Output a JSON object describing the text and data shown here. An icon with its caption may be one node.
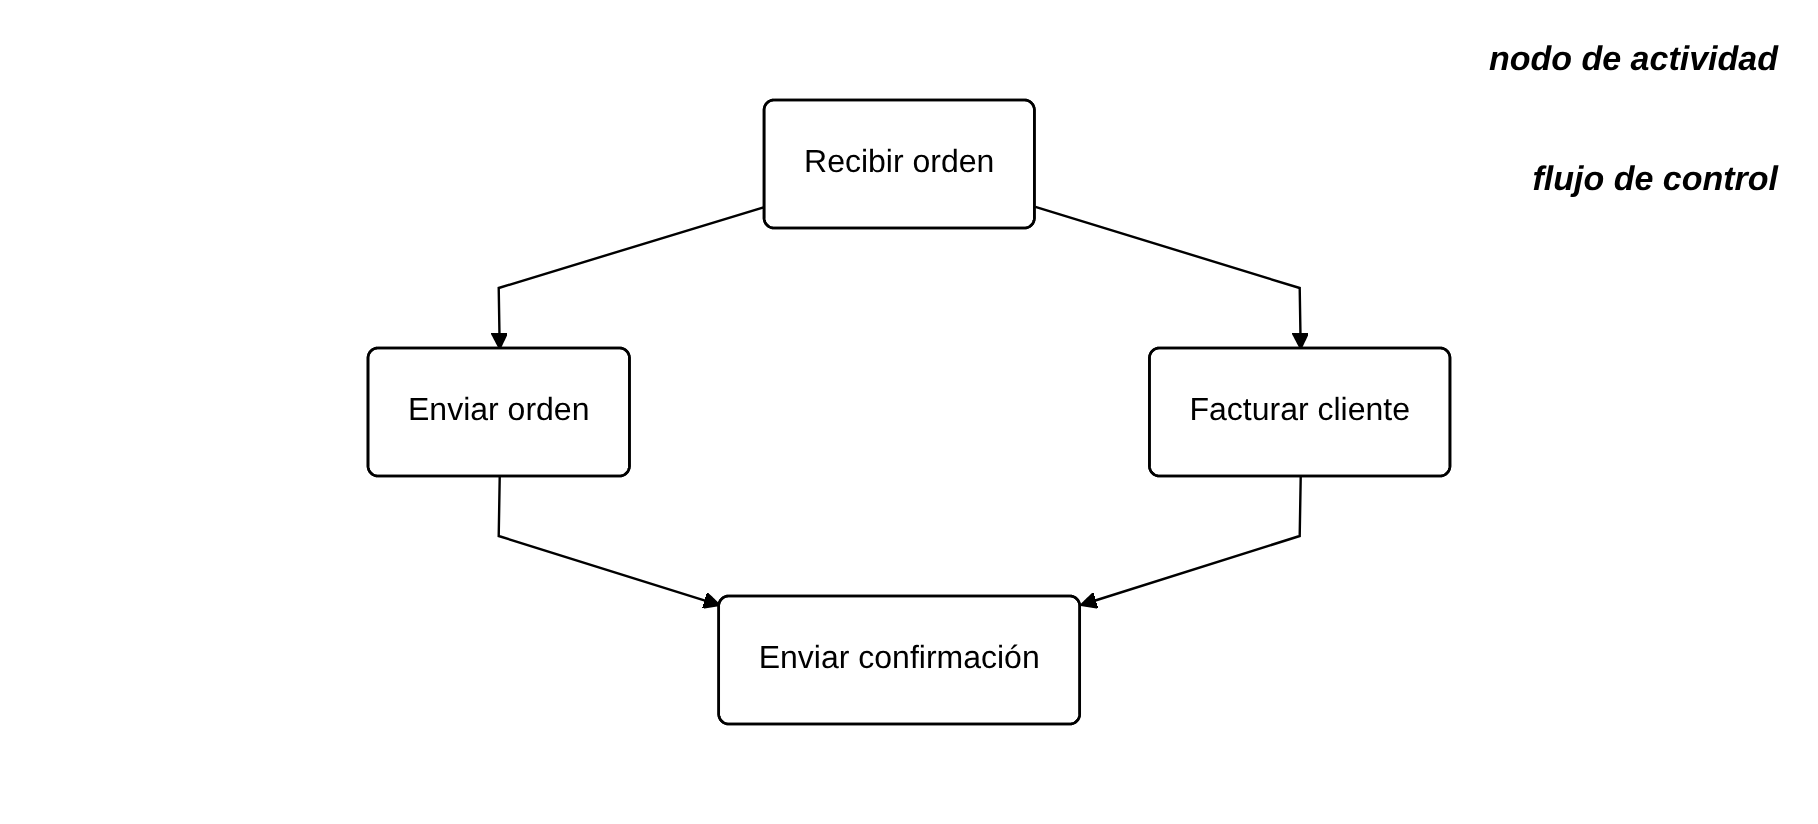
{
  "diagram": {
    "nodes": [
      {
        "text": [
          "Recibir orden"
        ]
      },
      {
        "text": [
          "Enviar orden"
        ]
      },
      {
        "text": [
          "Facturar cliente"
        ]
      },
      {
        "text": [
          "Enviar confirmación"
        ]
      }
    ],
    "edges": [
      {
        "from": 0,
        "to": 1,
        "arrow": "to"
      },
      {
        "from": 0,
        "to": 2,
        "arrow": "to"
      },
      {
        "from": 1,
        "to": 3,
        "arrow": "to"
      },
      {
        "from": 2,
        "to": 3,
        "arrow": "to"
      }
    ],
    "labels": [
      "nodo de actividad",
      "flujo de control"
    ]
  }
}
